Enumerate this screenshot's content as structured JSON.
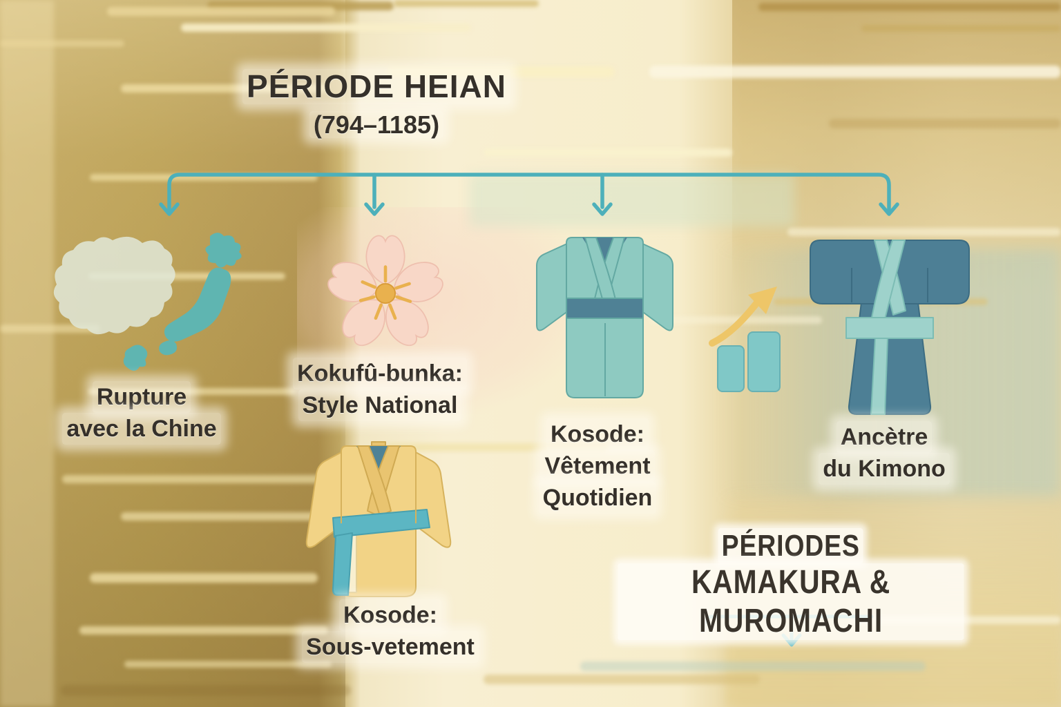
{
  "title": {
    "name": "PÉRIODE HEIAN",
    "dates": "(794–1185)"
  },
  "branches": [
    {
      "icon": "china-japan-map-icon",
      "lines": [
        "Rupture",
        "avec la Chine"
      ]
    },
    {
      "icon": "cherry-blossom-icon",
      "lines": [
        "Kokufû-bunka:",
        "Style National"
      ]
    },
    {
      "icon": "kimono-teal-icon",
      "lines": [
        "Kosode:",
        "Vêtement",
        "Quotidien"
      ]
    },
    {
      "icon": "kimono-dark-icon",
      "lines": [
        "Ancètre",
        "du Kimono"
      ]
    }
  ],
  "sub_branch": {
    "icon": "kimono-yellow-icon",
    "lines": [
      "Kosode:",
      "Sous-vetement"
    ]
  },
  "next_section": {
    "lines": [
      "PÉRIODES",
      "KAMAKURA & MUROMACHI"
    ]
  },
  "colors": {
    "accent_teal": "#4db0ba",
    "accent_gold": "#ecc367",
    "kimono_light_teal": "#8ecac1",
    "kimono_dark_teal": "#4d7f95",
    "kimono_yellow": "#f2d386",
    "blossom_pink": "#f8d7c7",
    "text": "#35302a"
  }
}
